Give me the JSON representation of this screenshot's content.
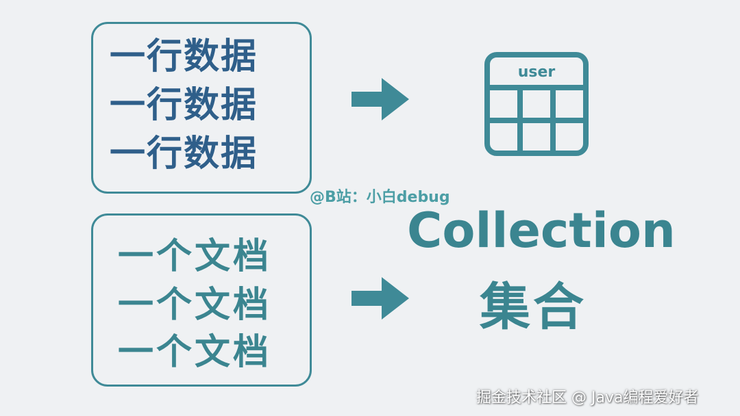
{
  "rows_panel": {
    "lines": [
      "一行数据",
      "一行数据",
      "一行数据"
    ]
  },
  "docs_panel": {
    "lines": [
      "一个文档",
      "一个文档",
      "一个文档"
    ]
  },
  "table_icon": {
    "label": "user",
    "icon": "table-icon"
  },
  "watermark": "@B站：小白debug",
  "collection": {
    "title": "Collection",
    "subtitle": "集合"
  },
  "footer": "掘金技术社区 @ Java编程爱好者",
  "colors": {
    "background": "#eff1f3",
    "border_teal": "#3f8a97",
    "row_text_blue": "#2f5f8a",
    "doc_text_teal": "#3b8590",
    "watermark": "#4c9ea5"
  }
}
